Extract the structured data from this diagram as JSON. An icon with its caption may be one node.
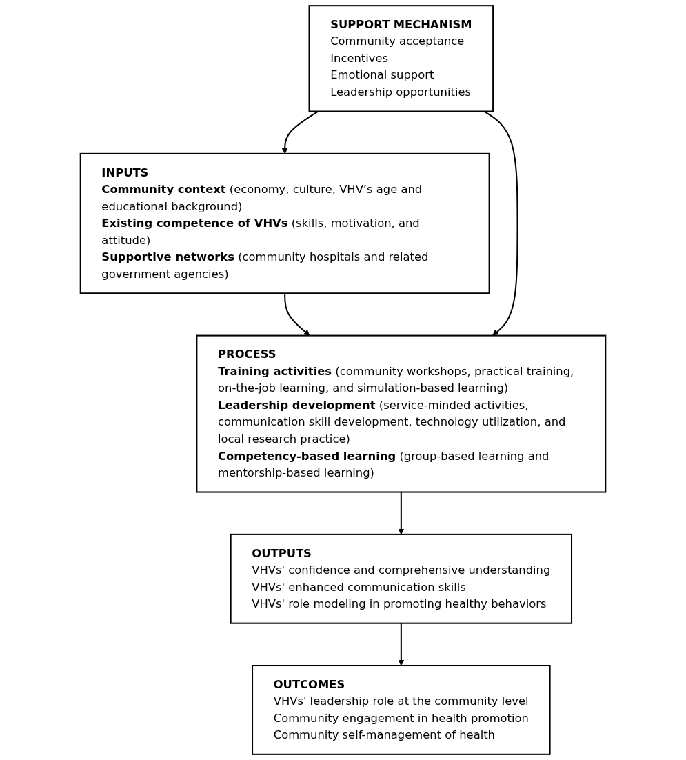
{
  "diagram": {
    "nodes": [
      {
        "text": [
          "INPUTS",
          "**Community context** (economy, culture, VHV’s age and educational background)",
          "**Existing competence of VHVs** (skills, motivation, and attitude)",
          "**Supportive networks** (community hospitals and related government agencies)"
        ]
      },
      {
        "text": [
          "PROCESS",
          "**Training activities** (community workshops, practical training, on-the-job learning, and simulation-based learning)",
          "**Leadership development** (service-minded activities, communication skill development, technology utilization, and local research practice)",
          "**Competency-based learning** (group-based learning and mentorship-based learning)"
        ]
      },
      {
        "text": [
          "SUPPORT MECHANISM",
          "Community acceptance",
          "Incentives",
          "Emotional support",
          "Leadership opportunities"
        ]
      },
      {
        "text": [
          "OUTPUTS",
          "VHVs' confidence and comprehensive understanding",
          "VHVs' enhanced communication skills",
          "VHVs' role modeling in promoting healthy behaviors"
        ]
      },
      {
        "text": [
          "OUTCOMES",
          "VHVs' leadership role at the community level",
          "Community engagement in health promotion",
          "Community self-management of health"
        ]
      }
    ],
    "edges": [
      {
        "from": 0,
        "to": 1,
        "arrow": "to"
      },
      {
        "from": 2,
        "to": 0,
        "arrow": "to"
      },
      {
        "from": 2,
        "to": 1,
        "arrow": "to"
      },
      {
        "from": 1,
        "to": 3,
        "arrow": "to"
      },
      {
        "from": 3,
        "to": 4,
        "arrow": "to"
      }
    ]
  }
}
